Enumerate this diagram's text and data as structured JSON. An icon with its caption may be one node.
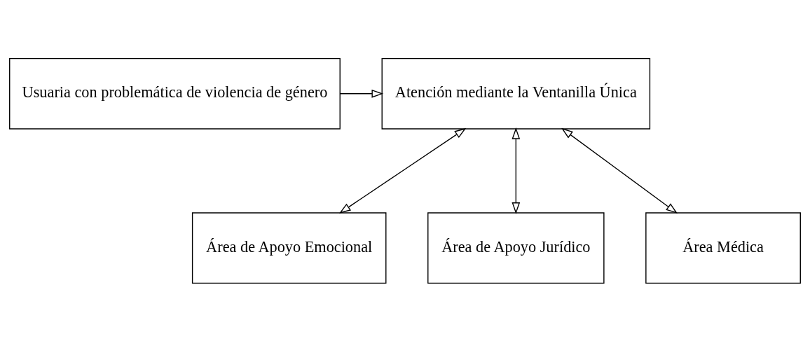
{
  "diagram": {
    "nodes": [
      {
        "text": [
          "Usuaria con problemática de violencia de género"
        ]
      },
      {
        "text": [
          "Atención mediante la Ventanilla Única"
        ]
      },
      {
        "text": [
          "Área de Apoyo Emocional"
        ]
      },
      {
        "text": [
          "Área de Apoyo Jurídico"
        ]
      },
      {
        "text": [
          "Área Médica"
        ]
      }
    ],
    "edges": [
      {
        "from": 0,
        "to": 1,
        "arrow": "to"
      },
      {
        "from": 1,
        "to": 2,
        "arrow": "both"
      },
      {
        "from": 1,
        "to": 3,
        "arrow": "both"
      },
      {
        "from": 1,
        "to": 4,
        "arrow": "both"
      }
    ]
  }
}
